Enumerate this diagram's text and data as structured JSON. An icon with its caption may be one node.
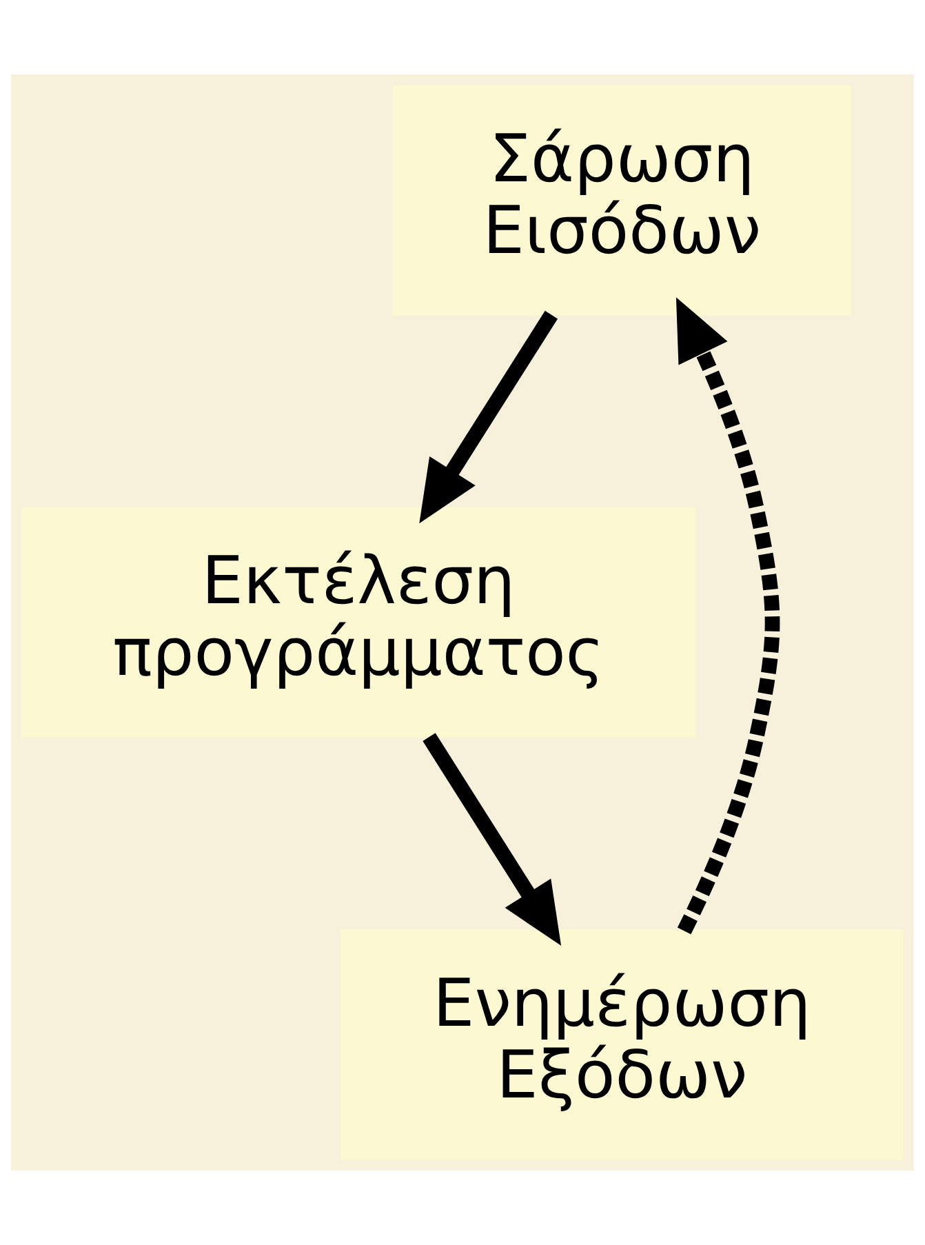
{
  "diagram": {
    "nodes": [
      {
        "text": [
          "Σάρωση Εισόδων"
        ]
      },
      {
        "text": [
          "Εκτέλεση προγράμματος"
        ]
      },
      {
        "text": [
          "Ενημέρωση Εξόδων"
        ]
      }
    ],
    "edges": [
      {
        "from": 0,
        "to": 1,
        "arrow": "to"
      },
      {
        "from": 1,
        "to": 2,
        "arrow": "to"
      },
      {
        "from": 2,
        "to": 0,
        "arrow": "to",
        "style": "dashed"
      }
    ]
  }
}
